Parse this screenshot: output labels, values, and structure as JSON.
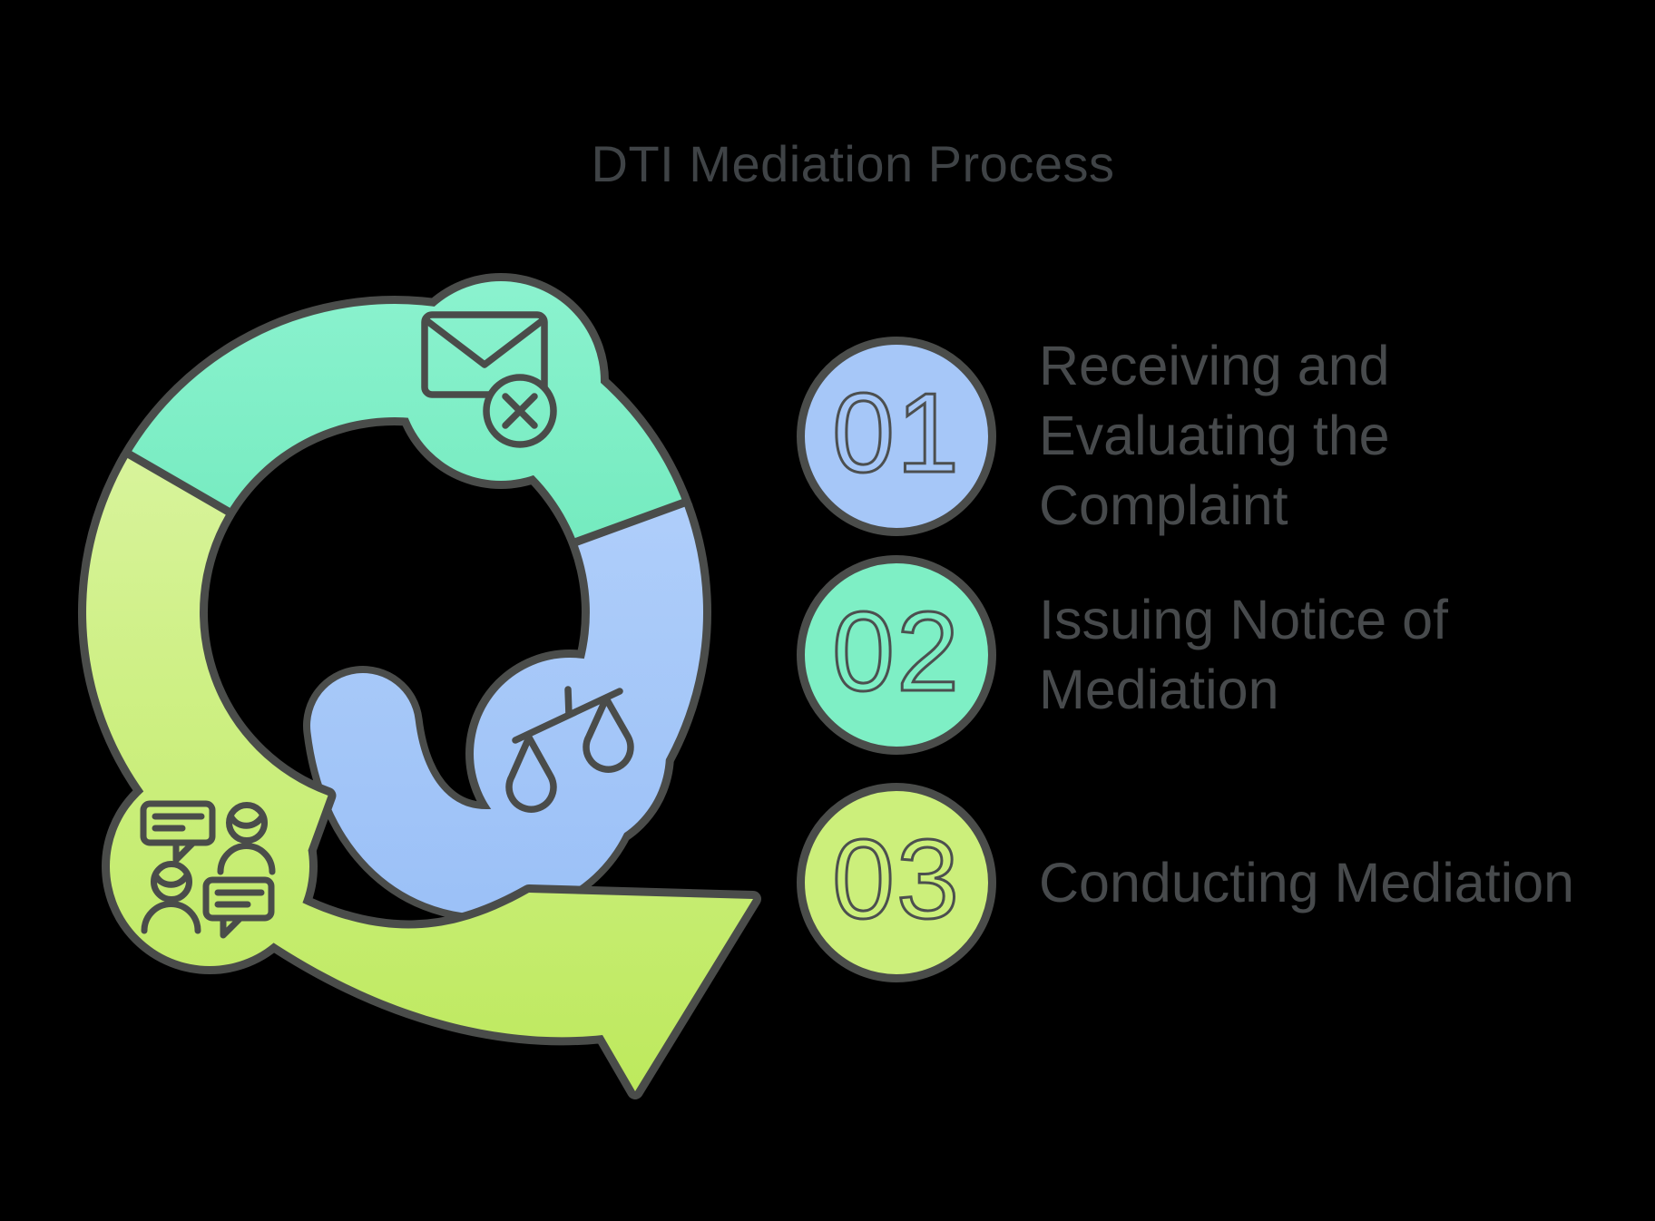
{
  "title": "DTI Mediation Process",
  "palette": {
    "background": "#000000",
    "outline": "#4A4C4A",
    "title_text": "#3F4346",
    "step_text": "#474A4C",
    "number_text": "#4C4F4F",
    "teal": "#7EEFC5",
    "blue": "#A6C7F8",
    "lime": "#CCEF7B"
  },
  "diagram": {
    "name": "mediation-cycle-arrow",
    "segments": [
      {
        "id": "teal-segment",
        "icon": "rejected-mail-icon"
      },
      {
        "id": "blue-segment",
        "icon": "balance-scale-icon"
      },
      {
        "id": "lime-segment",
        "icon": "group-discussion-icon"
      }
    ]
  },
  "steps": [
    {
      "number": "01",
      "label": "Receiving and Evaluating the Complaint",
      "color": "#A6C7F8"
    },
    {
      "number": "02",
      "label": "Issuing Notice of Mediation",
      "color": "#7EEFC5"
    },
    {
      "number": "03",
      "label": "Conducting Mediation",
      "color": "#CCEF7B"
    }
  ]
}
